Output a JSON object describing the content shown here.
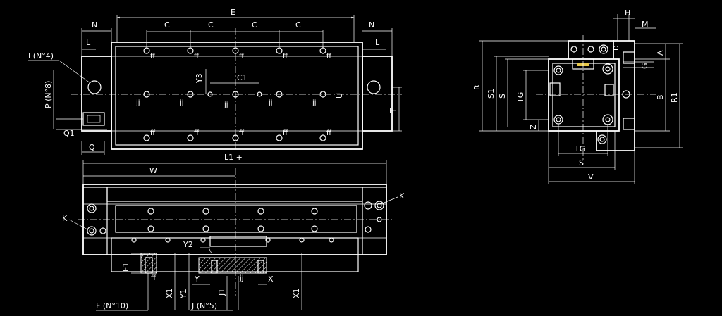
{
  "colors": {
    "background": "#000000",
    "lines": "#ffffff",
    "accent": "#e8c84a"
  },
  "top_view": {
    "dim_E": "E",
    "dim_C": [
      "C",
      "C",
      "C",
      "C"
    ],
    "dim_N_left": "N",
    "dim_N_right": "N",
    "dim_L_left": "L",
    "dim_L_right": "L",
    "callout_I": "I (N°4)",
    "callout_P": "P (N°8)",
    "dim_Q1": "Q1",
    "dim_Q": "Q",
    "dim_Y3": "Y3",
    "dim_C1": "C1",
    "dim_U": "U",
    "dim_T": "T",
    "ff_labels": [
      "ff",
      "ff",
      "ff",
      "ff",
      "ff",
      "ff",
      "ff",
      "ff",
      "ff",
      "ff"
    ],
    "jj_labels": [
      "jj",
      "jj",
      "jj",
      "jj",
      "jj"
    ]
  },
  "front_view": {
    "dim_L1": "L1 +",
    "dim_W": "W",
    "callout_K_left": "K",
    "callout_K_right": "K",
    "dim_Y2": "Y2",
    "dim_F1": "F1",
    "label_ff": "ff",
    "dim_X1_left": "X1",
    "dim_Y1": "Y1",
    "dim_Y": "Y",
    "dim_J1": "J1",
    "label_jj": "jj",
    "dim_X": "X",
    "dim_X1_right": "X1",
    "callout_F": "F (N°10)",
    "callout_J": "J (N°5)"
  },
  "side_view": {
    "dim_H": "H",
    "dim_M": "M",
    "dim_D": "D",
    "dim_A": "A",
    "dim_G": "G",
    "dim_R": "R",
    "dim_S1": "S1",
    "dim_S_left": "S",
    "dim_TG_left": "TG",
    "dim_Z": "Z",
    "dim_B": "B",
    "dim_R1": "R1",
    "dim_TG_bottom": "TG",
    "dim_S_bottom": "S",
    "dim_V": "V"
  }
}
